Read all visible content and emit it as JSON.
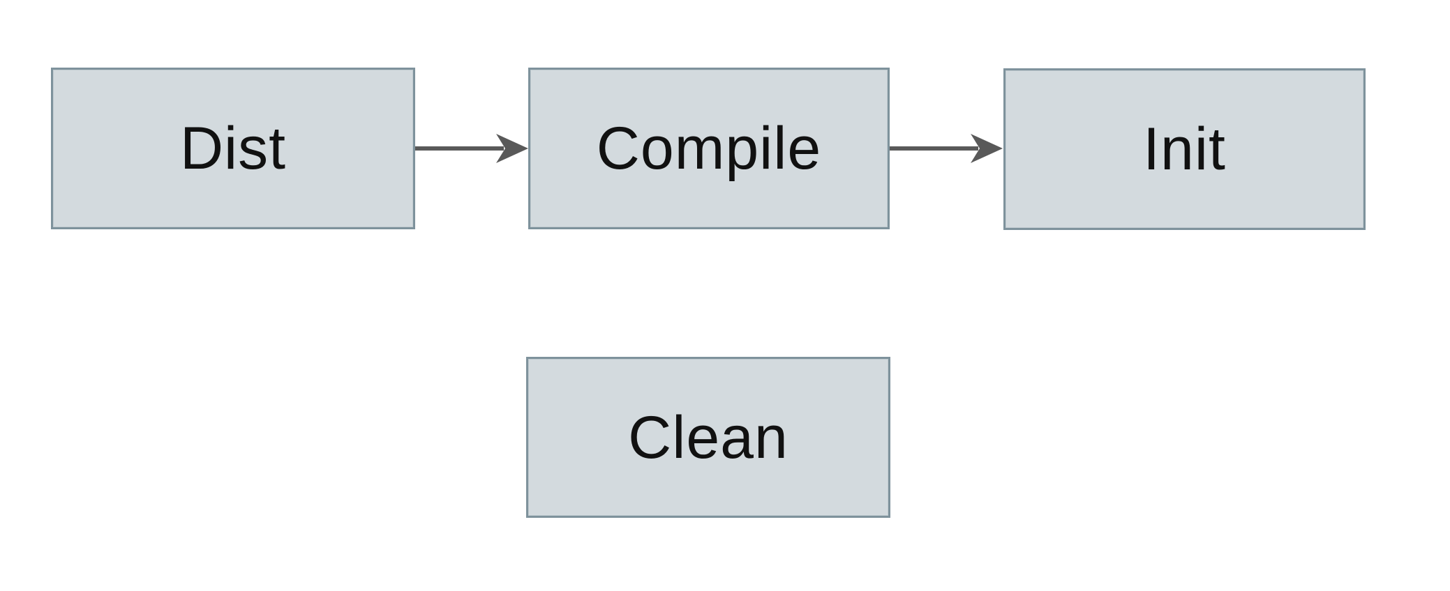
{
  "diagram": {
    "nodes": [
      {
        "id": "dist",
        "label": "Dist"
      },
      {
        "id": "compile",
        "label": "Compile"
      },
      {
        "id": "init",
        "label": "Init"
      },
      {
        "id": "clean",
        "label": "Clean"
      }
    ],
    "edges": [
      {
        "from": "dist",
        "to": "compile",
        "direction": "right"
      },
      {
        "from": "compile",
        "to": "init",
        "direction": "right"
      }
    ],
    "colors": {
      "node_fill": "#d3dade",
      "node_border": "#7e929c",
      "arrow": "#595959",
      "label_text": "#111111",
      "background": "#ffffff"
    }
  }
}
